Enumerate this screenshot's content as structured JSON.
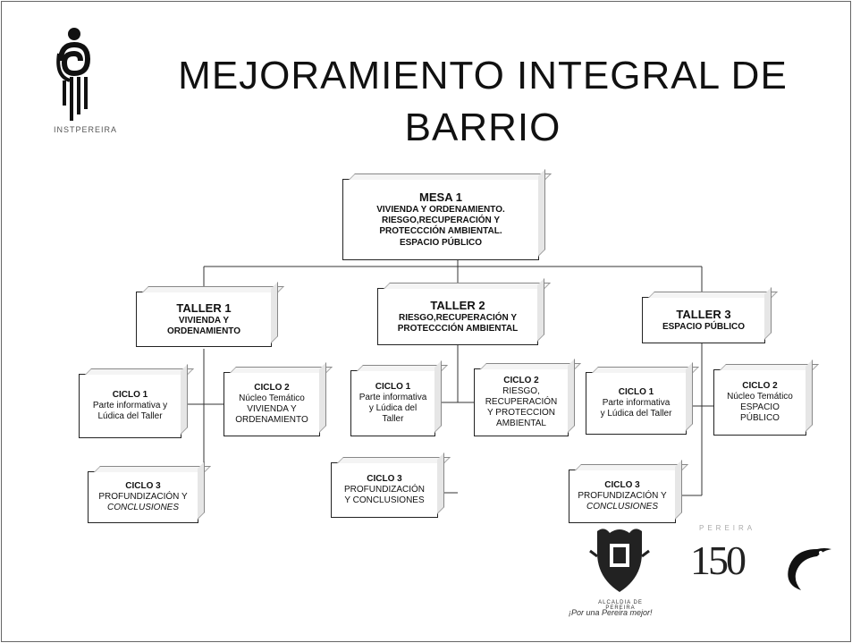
{
  "title_line1": "MEJORAMIENTO INTEGRAL DE",
  "title_line2": "BARRIO",
  "logo_caption": "INSTPEREIRA",
  "mesa": {
    "title": "MESA 1",
    "lines": [
      "VIVIENDA  Y ORDENAMIENTO.",
      "RIESGO,RECUPERACIÓN Y",
      "PROTECCCIÓN AMBIENTAL.",
      "ESPACIO PÚBLICO"
    ]
  },
  "talleres": [
    {
      "title": "TALLER 1",
      "sub": [
        "VIVIENDA  Y",
        "ORDENAMIENTO"
      ],
      "ciclo1": {
        "title": "CICLO 1",
        "lines": [
          "Parte informativa  y",
          "Lúdica del Taller"
        ]
      },
      "ciclo2": {
        "title": "CICLO 2",
        "lines": [
          "Núcleo Temático",
          "VIVIENDA Y",
          "ORDENAMIENTO"
        ]
      },
      "ciclo3": {
        "title": "CICLO 3",
        "lines": [
          "PROFUNDIZACIÓN Y",
          "CONCLUSIONES"
        ]
      }
    },
    {
      "title": "TALLER 2",
      "sub": [
        "RIESGO,RECUPERACIÓN Y",
        "PROTECCCIÓN AMBIENTAL"
      ],
      "ciclo1": {
        "title": "CICLO 1",
        "lines": [
          "Parte informativa",
          "y Lúdica del",
          "Taller"
        ]
      },
      "ciclo2": {
        "title": "CICLO 2",
        "lines": [
          "RIESGO,",
          "RECUPERACIÓN",
          "Y PROTECCION",
          "AMBIENTAL"
        ]
      },
      "ciclo3": {
        "title": "CICLO 3",
        "lines": [
          "PROFUNDIZACIÓN",
          "Y CONCLUSIONES"
        ]
      }
    },
    {
      "title": "TALLER 3",
      "sub": [
        "ESPACIO PÚBLICO"
      ],
      "ciclo1": {
        "title": "CICLO 1",
        "lines": [
          "Parte informativa",
          "y Lúdica del Taller"
        ]
      },
      "ciclo2": {
        "title": "CICLO 2",
        "lines": [
          "Núcleo Temático",
          "ESPACIO",
          "PÚBLICO"
        ]
      },
      "ciclo3": {
        "title": "CICLO 3",
        "lines": [
          "PROFUNDIZACIÓN Y",
          "CONCLUSIONES"
        ]
      }
    }
  ],
  "footer": {
    "alcaldia": "ALCALDIA DE PEREIRA",
    "slogan": "¡Por una Pereira mejor!",
    "pereira": "PEREIRA",
    "anniversary": "150"
  },
  "icons": [
    "inst-logo-icon",
    "alcaldia-shield-icon",
    "pereira-150-logo-icon",
    "bird-logo-icon"
  ]
}
